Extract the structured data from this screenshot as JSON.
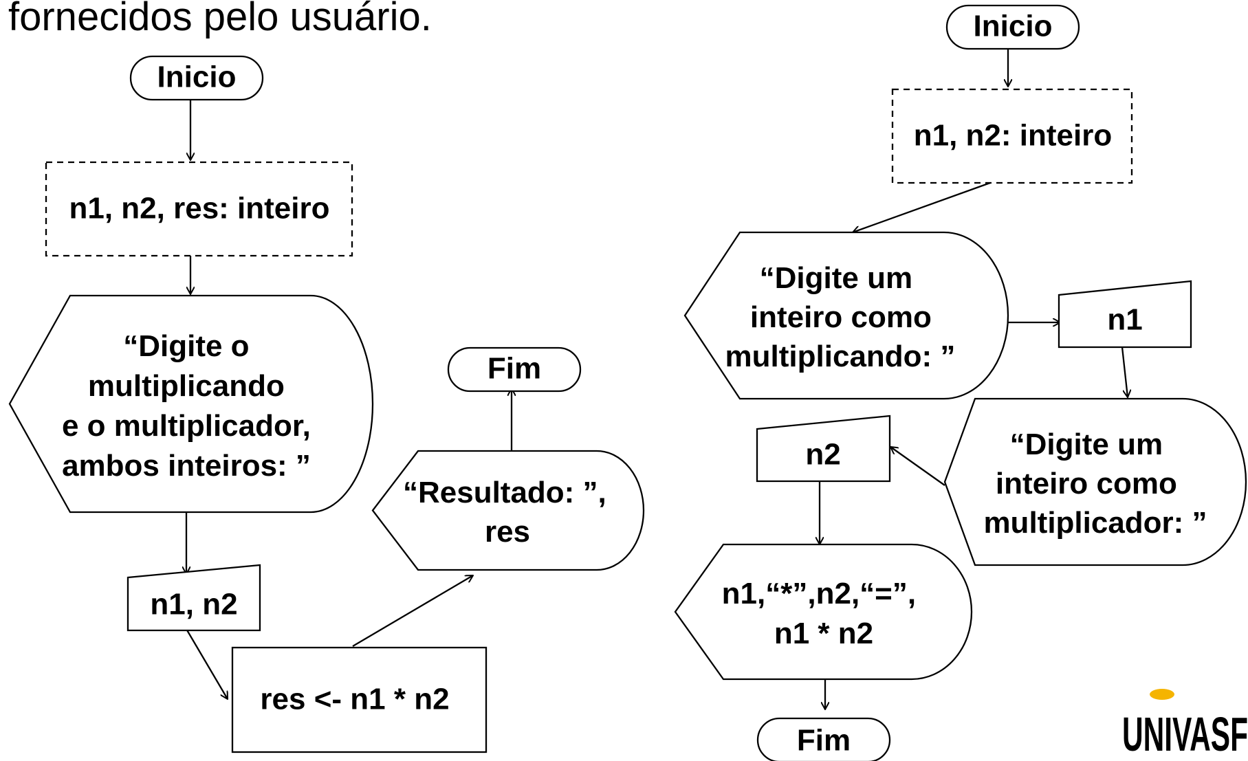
{
  "heading": "fornecidos pelo usuário.",
  "logo": {
    "text": "UNIVASF",
    "accent_color": "#f5b400"
  },
  "left_flow": {
    "start": "Inicio",
    "declaration": "n1, n2, res: inteiro",
    "prompt": [
      "“Digite o",
      "multiplicando",
      "e o multiplicador,",
      "ambos inteiros: ”"
    ],
    "input": "n1, n2",
    "process": "res <- n1 * n2",
    "output": [
      "“Resultado: ”,",
      "res"
    ],
    "end": "Fim"
  },
  "right_flow": {
    "start": "Inicio",
    "declaration": "n1, n2: inteiro",
    "prompt1": [
      "“Digite um",
      "inteiro como",
      "multiplicando: ”"
    ],
    "input1": "n1",
    "prompt2": [
      "“Digite um",
      "inteiro como",
      "multiplicador: ”"
    ],
    "input2": "n2",
    "output": [
      "n1,“*”,n2,“=”,",
      "n1 * n2"
    ],
    "end": "Fim"
  }
}
